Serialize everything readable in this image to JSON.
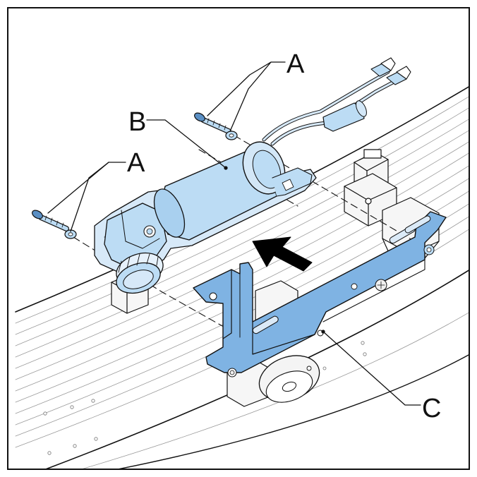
{
  "callouts": {
    "a_top": "A",
    "a_left": "A",
    "b": "B",
    "c": "C"
  },
  "colors": {
    "part_blue": "#bcdcf4",
    "bracket_blue": "#7fb3e3",
    "outline": "#111111",
    "grey_fill": "#f2f2f2"
  },
  "icons": [
    "assembly-arrow-icon"
  ]
}
